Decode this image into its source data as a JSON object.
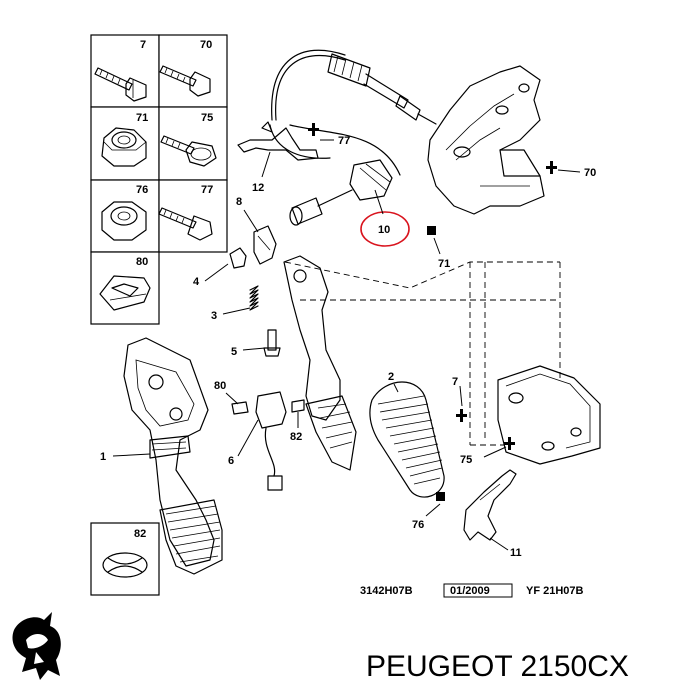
{
  "brand": {
    "title": "PEUGEOT 2150CX"
  },
  "references": {
    "left": "3142H07B",
    "middle": "01/2009",
    "right": "YF 21H07B"
  },
  "legend_panels": {
    "p7": "7",
    "p70": "70",
    "p71": "71",
    "p75": "75",
    "p76": "76",
    "p77": "77",
    "p80": "80",
    "p82": "82"
  },
  "callouts": {
    "c1": "1",
    "c2": "2",
    "c3": "3",
    "c4": "4",
    "c5": "5",
    "c6": "6",
    "c7": "7",
    "c8": "8",
    "c10": "10",
    "c11": "11",
    "c12": "12",
    "c70": "70",
    "c71": "71",
    "c75": "75",
    "c76": "76",
    "c77": "77",
    "c80": "80",
    "c82": "82"
  },
  "highlight": {
    "color": "#d9141e",
    "part": "10"
  },
  "icons": [
    "peugeot-lion-logo"
  ]
}
